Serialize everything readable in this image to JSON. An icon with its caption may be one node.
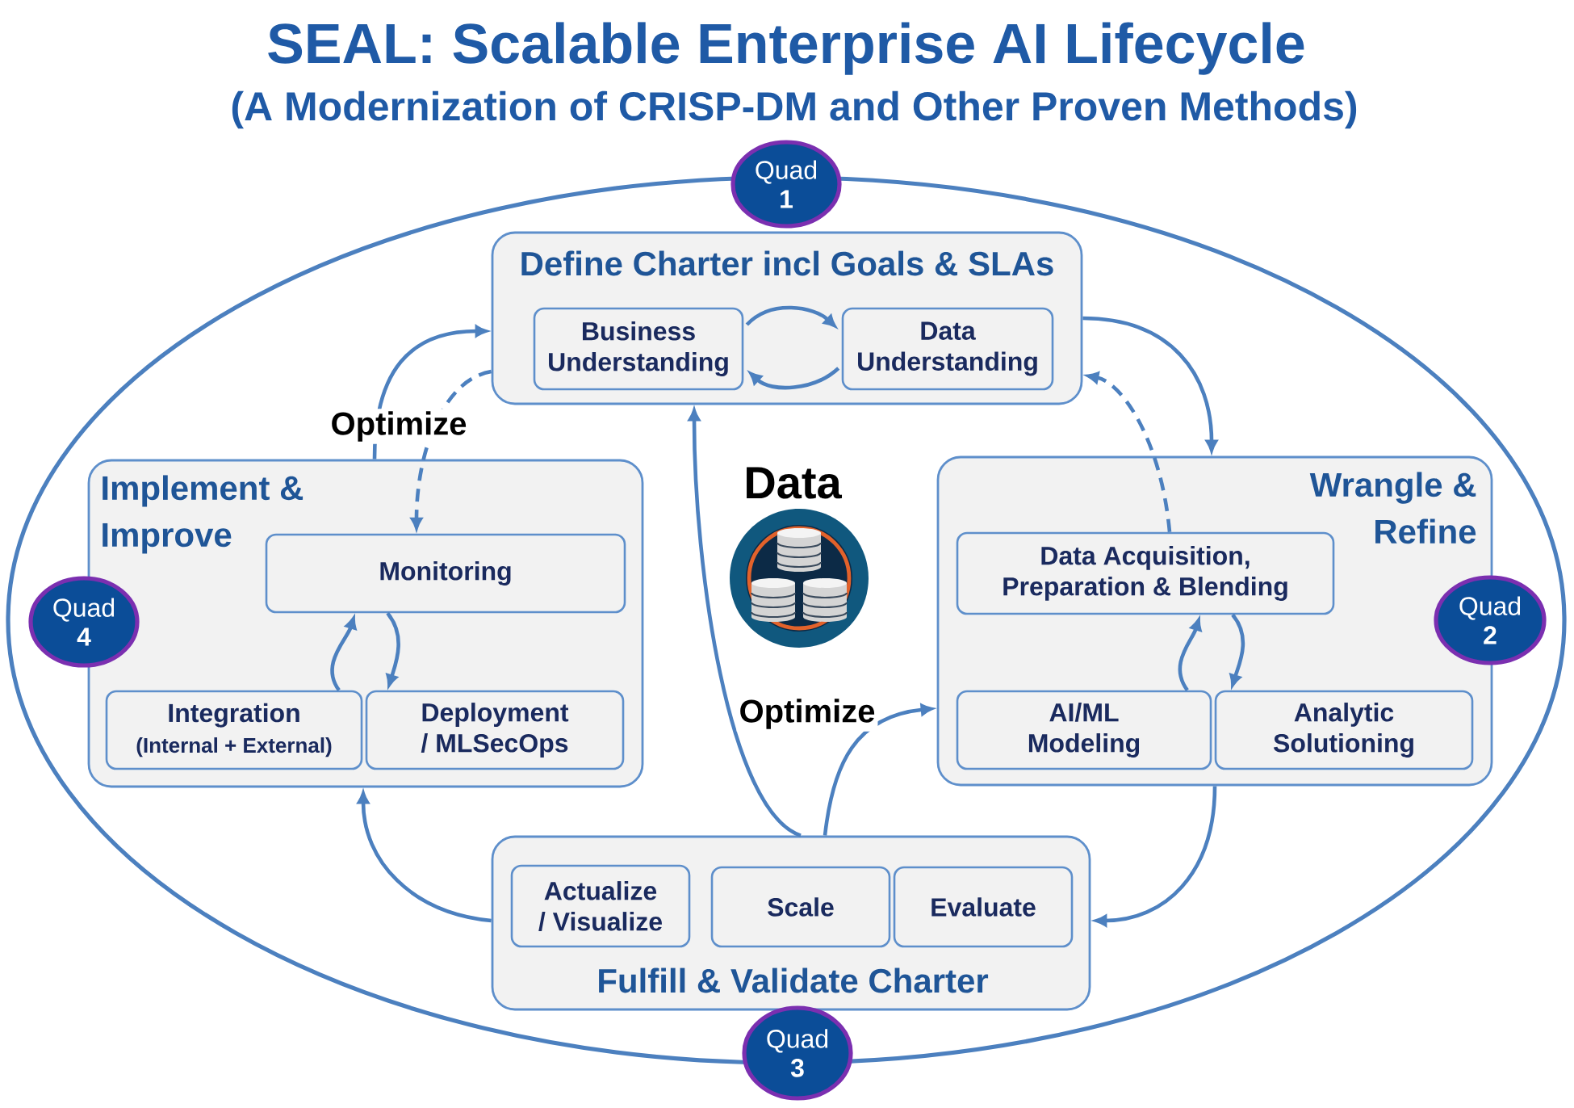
{
  "diagram": {
    "title": "SEAL: Scalable Enterprise AI Lifecycle",
    "nodes": [
      {
        "text": [],
        "shape": "ellipse"
      },
      {
        "text": [
          "Quad **1**"
        ]
      },
      {
        "text": [
          "Define Charter incl Goals & SLAs"
        ],
        "in": 0
      },
      {
        "text": [
          "Business Understanding"
        ],
        "in": 2
      },
      {
        "text": [
          "Data Understanding"
        ],
        "in": 2
      },
      {
        "text": [
          "Implement & Improve"
        ],
        "in": 0
      },
      {
        "text": [
          "Monitoring"
        ],
        "in": 5
      },
      {
        "text": [
          "Integration",
          "(Internal + External)"
        ],
        "in": 5
      },
      {
        "text": [
          "Deployment / MLSecOps"
        ],
        "in": 5
      },
      {
        "text": [
          "Quad **4**"
        ],
        "in": 0
      },
      {
        "text": [
          "Wrangle & Refine"
        ],
        "in": 0
      },
      {
        "text": [
          "Data Acquisition, Preparation & Blending"
        ],
        "in": 10
      },
      {
        "text": [
          "AI/ML Modeling"
        ],
        "in": 10
      },
      {
        "text": [
          "Analytic Solutioning"
        ],
        "in": 10
      },
      {
        "text": [
          "Quad **2**"
        ],
        "in": 0
      },
      {
        "text": [
          "Fulfill & Validate Charter"
        ],
        "in": 0
      },
      {
        "text": [
          "Actualize / Visualize"
        ],
        "in": 15
      },
      {
        "text": [
          "Scale"
        ],
        "in": 15
      },
      {
        "text": [
          "Evaluate"
        ],
        "in": 15
      },
      {
        "text": [
          "Quad **3**"
        ]
      }
    ],
    "edges": [
      {
        "from": 3,
        "to": 4,
        "arrow": "to"
      },
      {
        "from": 4,
        "to": 3,
        "arrow": "to"
      },
      {
        "from": 2,
        "to": 10,
        "arrow": "to"
      },
      {
        "from": 11,
        "to": 2,
        "arrow": "to",
        "style": "dashed"
      },
      {
        "from": 12,
        "to": 11,
        "arrow": "to"
      },
      {
        "from": 11,
        "to": 13,
        "arrow": "to"
      },
      {
        "from": 10,
        "to": 15,
        "arrow": "to"
      },
      {
        "from": 15,
        "to": 10,
        "arrow": "to",
        "label": "Optimize"
      },
      {
        "from": 15,
        "to": 2,
        "arrow": "to"
      },
      {
        "from": 15,
        "to": 5,
        "arrow": "to"
      },
      {
        "from": 5,
        "to": 2,
        "arrow": "to",
        "label": "Optimize"
      },
      {
        "from": 2,
        "to": 6,
        "arrow": "to",
        "style": "dashed"
      },
      {
        "from": 7,
        "to": 6,
        "arrow": "to"
      },
      {
        "from": 6,
        "to": 8,
        "arrow": "to"
      }
    ],
    "labels": [
      "(A Modernization of CRISP-DM and Other Proven Methods)",
      "Data"
    ]
  }
}
